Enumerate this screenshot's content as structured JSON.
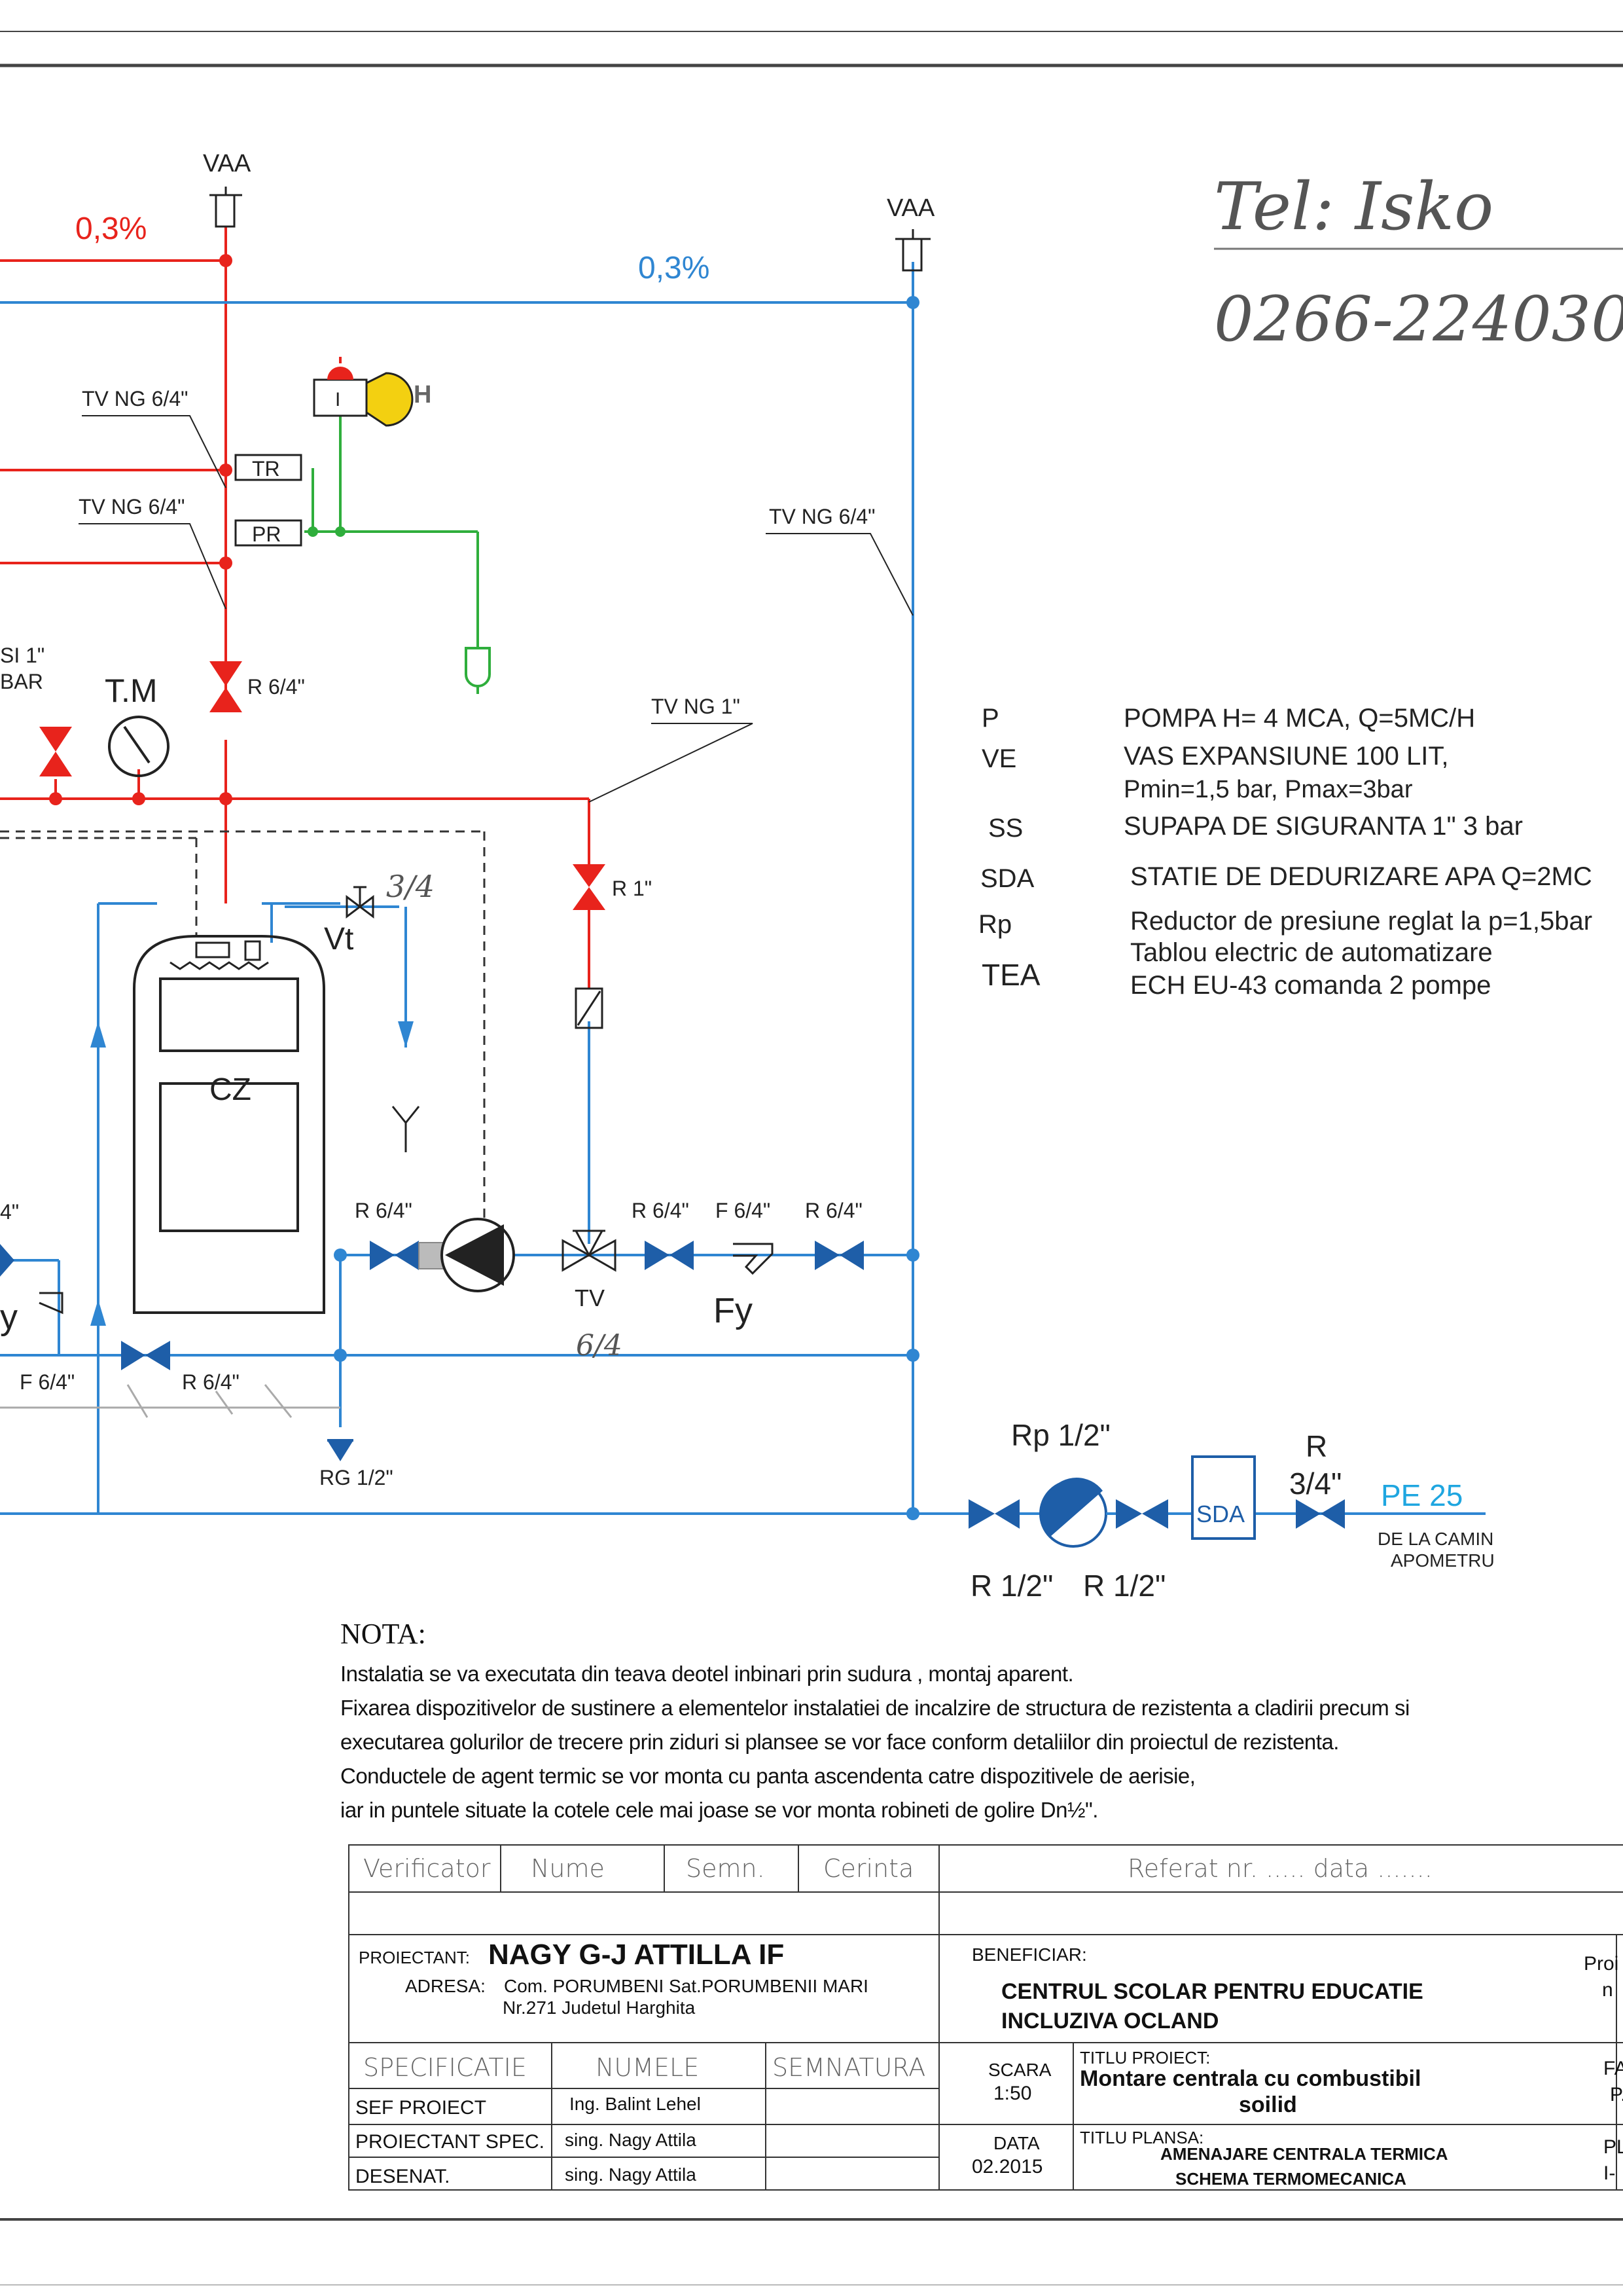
{
  "handwriting": {
    "tel_label": "Tel: Isko",
    "tel_number": "0266-224030",
    "note_3_4": "3/4",
    "note_6_4": "6/4"
  },
  "diagram": {
    "vaa_left": "VAA",
    "vaa_right": "VAA",
    "slope_red": "0,3%",
    "slope_blue": "0,3%",
    "tv_ng_1": "TV NG 6/4\"",
    "tv_ng_2": "TV NG 6/4\"",
    "tv_ng_3": "TV NG 6/4\"",
    "tv_ng_4": "TV NG 1\"",
    "tr": "TR",
    "pr": "PR",
    "h": "H",
    "horn_i": "I",
    "si_1": "SI 1\"",
    "si_bar": "BAR",
    "tm": "T.M",
    "r64_top": "R 6/4\"",
    "r1": "R 1\"",
    "vt": "Vt",
    "cz": "CZ",
    "r64_a": "R 6/4\"",
    "r64_b": "R 6/4\"",
    "f64_a": "F 6/4\"",
    "r64_c": "R 6/4\"",
    "tv": "TV",
    "fy_a": "Fy",
    "fy_b": "y",
    "f64_b": "F 6/4\"",
    "r64_d": "R 6/4\"",
    "rg": "RG 1/2\"",
    "left_cut_4": "4\"",
    "rp12": "Rp 1/2\"",
    "r12_a": "R 1/2\"",
    "r12_b": "R 1/2\"",
    "sda": "SDA",
    "r34_r": "R",
    "r34_v": "3/4\"",
    "pe25": "PE 25",
    "camin_1": "DE LA CAMIN",
    "camin_2": "APOMETRU"
  },
  "legend": [
    {
      "code": "P",
      "text": "POMPA H= 4 MCA, Q=5MC/H"
    },
    {
      "code": "VE",
      "text": "VAS EXPANSIUNE 100 LIT,"
    },
    {
      "code": "",
      "text": "Pmin=1,5 bar, Pmax=3bar"
    },
    {
      "code": "SS",
      "text": "SUPAPA   DE   SIGURANTA 1\" 3 bar"
    },
    {
      "code": "SDA",
      "text": "STATIE DE DEDURIZARE APA Q=2MC"
    },
    {
      "code": "Rp",
      "text": "Reductor de presiune reglat la p=1,5bar"
    },
    {
      "code": "",
      "text": "Tablou electric de automatizare"
    },
    {
      "code": "TEA",
      "text": "ECH EU-43 comanda 2 pompe"
    }
  ],
  "nota": {
    "title": "NOTA:",
    "lines": [
      "Instalatia se va executata din teava deotel inbinari prin sudura , montaj aparent.",
      "Fixarea dispozitivelor de sustinere a elementelor instalatiei de incalzire de structura de rezistenta a cladirii precum si",
      "executarea golurilor de trecere prin ziduri si plansee se vor face conform detaliilor din proiectul de rezistenta.",
      "Conductele de agent termic se vor monta cu panta ascendenta catre dispozitivele de aerisie,",
      "iar in puntele situate la cotele cele mai joase se vor monta robineti de golire Dn½\"."
    ]
  },
  "title_block": {
    "verificator": "Verificator",
    "nume": "Nume",
    "semn": "Semn.",
    "cerinta": "Cerinta",
    "referat": "Referat nr. ..... data .......",
    "proiectant_label": "PROIECTANT:",
    "proiectant_name": "NAGY G-J ATTILLA IF",
    "adresa_label": "ADRESA:",
    "adresa_1": "Com. PORUMBENI Sat.PORUMBENII MARI",
    "adresa_2": "Nr.271  Judetul Harghita",
    "beneficiar_label": "BENEFICIAR:",
    "beneficiar_1": "CENTRUL SCOLAR  PENTRU EDUCATIE",
    "beneficiar_2": "INCLUZIVA OCLAND",
    "proiect_cut_1": "Proi",
    "proiect_cut_2": "n",
    "specificatie": "SPECIFICATIE",
    "numele": "NUMELE",
    "semnatura": "SEMNATURA",
    "scara_label": "SCARA",
    "scara_value": "1:50",
    "titlu_proiect_label": "TITLU  PROIECT:",
    "titlu_proiect_1": "Montare centrala cu combustibil",
    "titlu_proiect_2": "soilid",
    "faza_cut_1": "FAZ",
    "faza_cut_2": "P.",
    "sef_proiect": "SEF  PROIECT",
    "sef_name": "Ing. Balint Lehel",
    "proiectant_spec": "PROIECTANT  SPEC.",
    "proiectant_spec_name": "sing. Nagy Attila",
    "desenat": "DESENAT.",
    "desenat_name": "sing. Nagy Attila",
    "data_label": "DATA",
    "data_value": "02.2015",
    "titlu_plansa_label": "TITLU  PLANSA:",
    "titlu_plansa_1": "AMENAJARE CENTRALA TERMICA",
    "titlu_plansa_2": "SCHEMA TERMOMECANICA",
    "pl_cut_1": "PL.",
    "pl_cut_2": "I-"
  },
  "colors": {
    "red": "#e8231c",
    "blue": "#2f86d2",
    "dark_blue": "#1e5ea8",
    "green": "#2fae3c",
    "yellow": "#f3d011",
    "cyan": "#1fa6e0"
  }
}
